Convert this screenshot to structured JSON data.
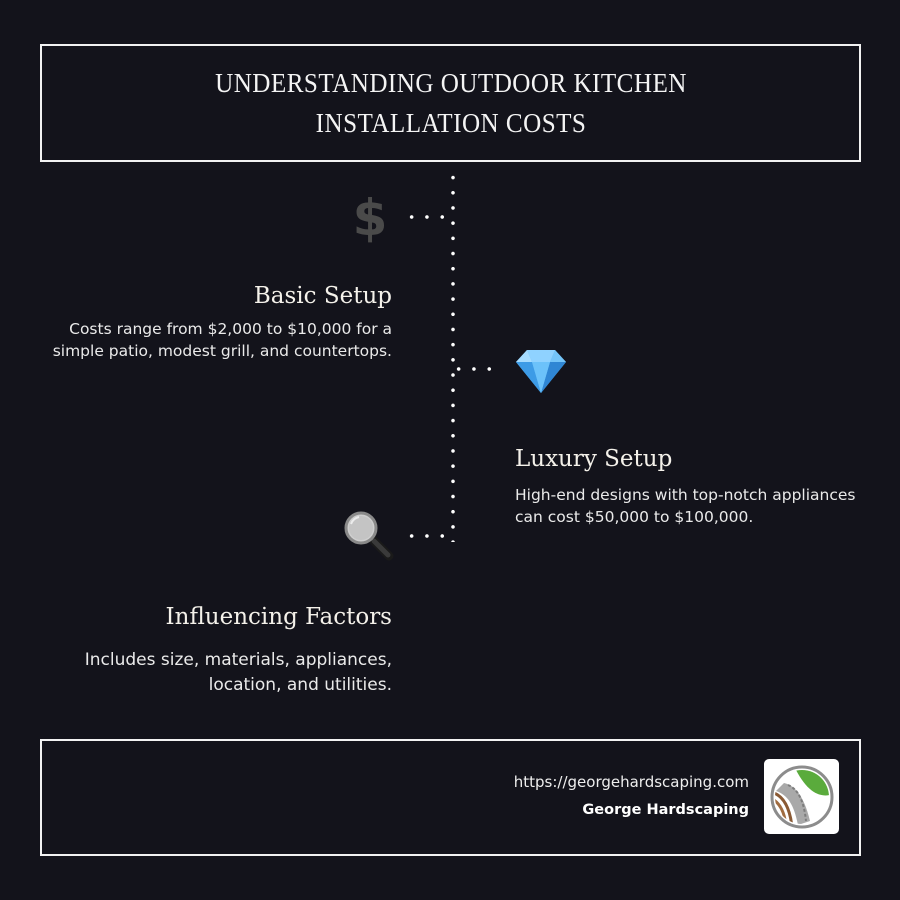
{
  "header": {
    "title": "UNDERSTANDING OUTDOOR KITCHEN INSTALLATION COSTS"
  },
  "timeline": {
    "items": [
      {
        "icon": "dollar-sign-icon",
        "icon_glyph": "$",
        "heading": "Basic Setup",
        "description": "Costs range from $2,000 to $10,000 for a simple patio, modest grill, and countertops."
      },
      {
        "icon": "gem-icon",
        "icon_glyph": "💎",
        "heading": "Luxury Setup",
        "description": "High-end designs with top-notch appliances can cost $50,000 to $100,000."
      },
      {
        "icon": "magnifying-glass-icon",
        "icon_glyph": "🔍",
        "heading": "Influencing Factors",
        "description": "Includes size, materials, appliances, location, and utilities."
      }
    ]
  },
  "footer": {
    "url": "https://georgehardscaping.com",
    "brand": "George Hardscaping",
    "logo": "george-hardscaping-logo"
  },
  "colors": {
    "background": "#13131b",
    "border": "#f2f2f2",
    "text": "#ffffff",
    "dollar_icon": "#4a4a4a",
    "logo_green": "#5aab3c",
    "logo_brown": "#8a5a34",
    "logo_gray": "#9a9a9a"
  }
}
